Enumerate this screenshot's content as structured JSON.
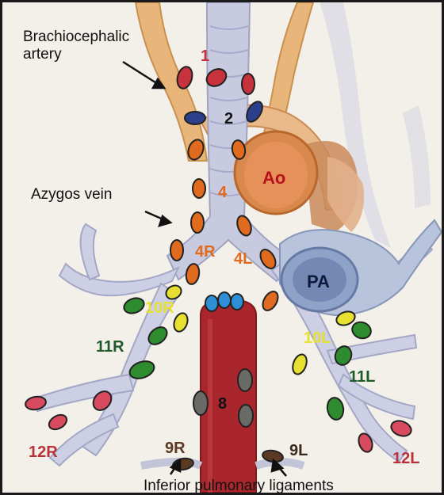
{
  "callouts": {
    "brachiocephalic_line1": "Brachiocephalic",
    "brachiocephalic_line2": "artery",
    "azygos": "Azygos vein",
    "inferior_ligaments": "Inferior pulmonary ligaments"
  },
  "vessels": {
    "aorta": "Ao",
    "pulmonary_artery": "PA"
  },
  "stations": {
    "s1": "1",
    "s2": "2",
    "s4": "4",
    "s4R": "4R",
    "s4L": "4L",
    "s10R": "10R",
    "s10L": "10L",
    "s11R": "11R",
    "s11L": "11L",
    "s8": "8",
    "s9R": "9R",
    "s9L": "9L",
    "s12R": "12R",
    "s12L": "12L"
  },
  "colors": {
    "upper_paratracheal": "#c8323c",
    "prevascular": "#2c3f8c",
    "lower_paratracheal": "#e06a1e",
    "subcarinal": "#2f8fd6",
    "hilar": "#e8e030",
    "interlobar": "#2e8b2e",
    "paraesophageal": "#6a6a66",
    "pulmonary_ligament": "#5a3a22",
    "peripheral": "#d84a5e"
  }
}
